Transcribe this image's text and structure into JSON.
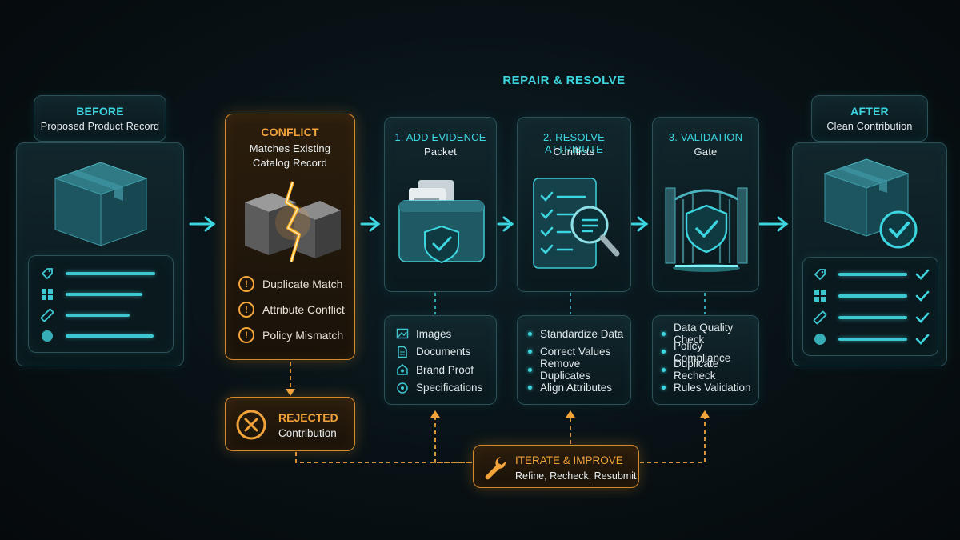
{
  "header": {
    "title": "REPAIR & RESOLVE"
  },
  "before": {
    "heading": "BEFORE",
    "subheading": "Proposed Product Record"
  },
  "conflict": {
    "heading": "CONFLICT",
    "line1": "Matches Existing",
    "line2": "Catalog Record",
    "issues": [
      "Duplicate Match",
      "Attribute Conflict",
      "Policy Mismatch"
    ]
  },
  "rejected": {
    "heading": "REJECTED",
    "subheading": "Contribution"
  },
  "steps": [
    {
      "heading": "1. ADD EVIDENCE",
      "subheading": "Packet",
      "items": [
        "Images",
        "Documents",
        "Brand Proof",
        "Specifications"
      ],
      "item_icons": [
        "image-icon",
        "document-icon",
        "brand-icon",
        "spec-icon"
      ]
    },
    {
      "heading": "2. RESOLVE ATTRIBUTE",
      "subheading": "Conflicts",
      "items": [
        "Standardize Data",
        "Correct Values",
        "Remove Duplicates",
        "Align Attributes"
      ]
    },
    {
      "heading": "3. VALIDATION",
      "subheading": "Gate",
      "items": [
        "Data Quality Check",
        "Policy Compliance",
        "Duplicate Recheck",
        "Rules Validation"
      ]
    }
  ],
  "after": {
    "heading": "AFTER",
    "subheading": "Clean Contribution"
  },
  "iterate": {
    "heading": "ITERATE & IMPROVE",
    "subheading": "Refine, Recheck, Resubmit"
  },
  "colors": {
    "accent": "#3dd6e0",
    "warning": "#f2a33a",
    "background": "#081115"
  }
}
